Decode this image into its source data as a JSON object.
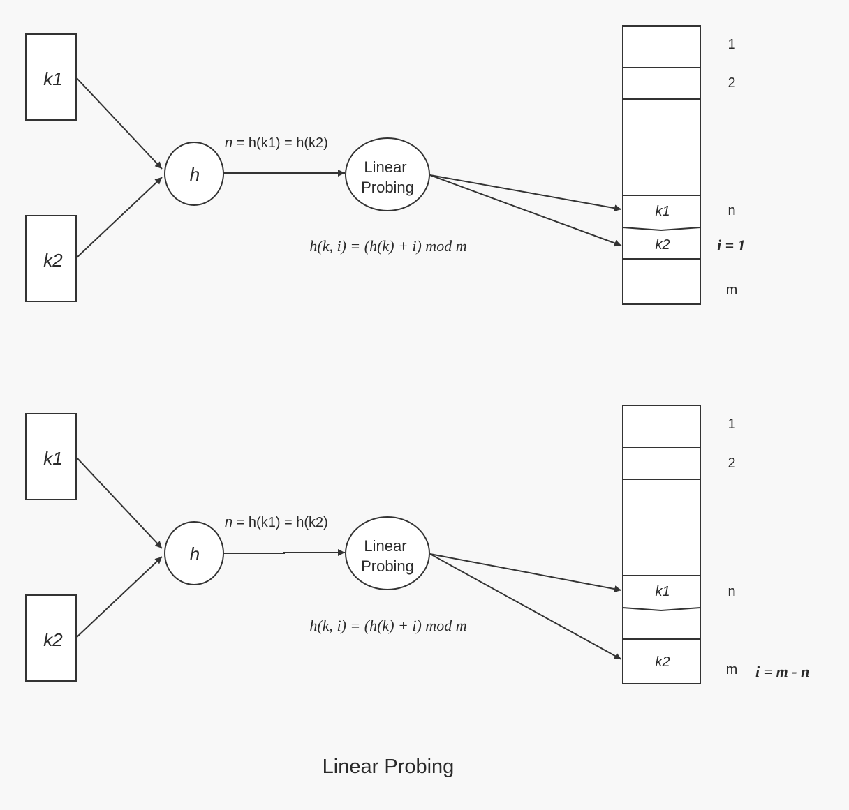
{
  "caption": "Linear Probing",
  "panels": [
    {
      "inputs": [
        "k1",
        "k2"
      ],
      "hash_label": "h",
      "hash_eq_var": "n",
      "hash_eq_rest": " = h(k1) = h(k2)",
      "probe_label_line1": "Linear",
      "probe_label_line2": "Probing",
      "formula": "h(k, i) = (h(k) + i) mod m",
      "table_cells": [
        "",
        "",
        "",
        "k1",
        "k2",
        ""
      ],
      "row_labels": [
        "1",
        "2",
        "n",
        "m"
      ],
      "note": "i = 1"
    },
    {
      "inputs": [
        "k1",
        "k2"
      ],
      "hash_label": "h",
      "hash_eq_var": "n",
      "hash_eq_rest": " = h(k1) = h(k2)",
      "probe_label_line1": "Linear",
      "probe_label_line2": "Probing",
      "formula": "h(k, i) = (h(k) + i) mod m",
      "table_cells": [
        "",
        "",
        "",
        "k1",
        "",
        "k2"
      ],
      "row_labels": [
        "1",
        "2",
        "n",
        "m"
      ],
      "note": "i = m - n"
    }
  ]
}
